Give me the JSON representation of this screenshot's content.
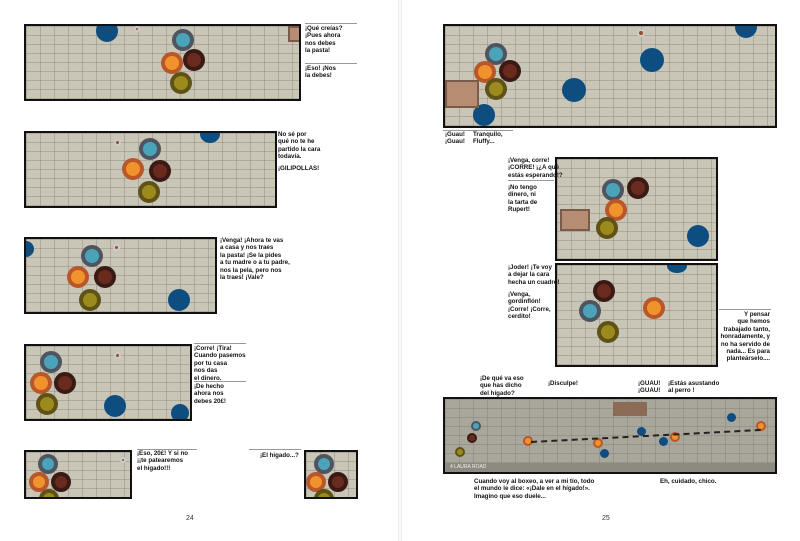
{
  "pages": {
    "left_number": "24",
    "right_number": "25"
  },
  "left": {
    "p1": {
      "a": "¡Qué creías?\n¡Pues ahora\nnos debes\nla pasta!",
      "b": "¡Eso! ¡Nos\nla debes!"
    },
    "p2": {
      "a": "No sé por\nqué no te he\npartido la cara\ntodavía.",
      "b": "¡GILIPOLLAS!"
    },
    "p3": {
      "a": "¡Venga! ¡Ahora te vas\na casa y nos traes\nla pasta! ¡Se la pides\na tu madre o a tu padre,\nnos la pela, pero nos\nla traes! ¡Vale?"
    },
    "p4": {
      "a": "¡Corre! ¡Tira!\nCuando pasemos\npor tu casa\nnos das\nel dinero.",
      "b": "¡De hecho\nahora nos\ndebes 20£!"
    },
    "p5": {
      "a": "¡Eso, 20£! Y si no\n¡¡te patearemos\nel hígado!!!",
      "b": "¡El hígado...?"
    }
  },
  "right": {
    "p1": {
      "a": "¡Guau!\n¡Guau!",
      "b": "Tranquilo,\nFluffy..."
    },
    "p2": {
      "a": "¡Venga, corre!\n¡CORRE! ¡¿A qué\nestás esperando!?",
      "b": "¡No tengo\ndinero, ni\nla tarta de\nRupert!"
    },
    "p3": {
      "a": "¡Joder! ¡Te voy\na dejar la cara\nhecha un cuadro!",
      "b": "¡Venga,\ngordinflón!\n¡Corre! ¡Corre,\ncerdito!",
      "c": "Y pensar\nque hemos\ntrabajado tanto,\nhonradamente, y\nno ha servido de\nnada... Es para\nplanteárselo...."
    },
    "p4": {
      "a": "¡De qué va eso\nque has dicho\ndel hígado?",
      "b": "¡Disculpe!",
      "c": "¡GUAU!\n¡GUAU!",
      "d": "¡Estás asustando\nal perro !",
      "e": "Cuando voy al boxeo, a ver a mi tío, todo\nel mundo le dice: «¡Dale en el hígado!».\nImagino que eso duele...",
      "f": "Eh, cuidado, chico.",
      "sign": "4 LAURA ROAD"
    }
  },
  "colors": {
    "blue": "#4aa3b8",
    "orange": "#f0932c",
    "brown": "#6b2a1e",
    "olive": "#9c8a1e",
    "navy": "#0e4d7f"
  }
}
